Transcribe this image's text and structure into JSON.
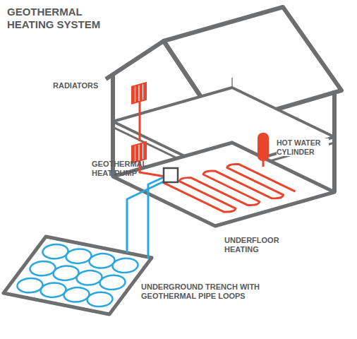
{
  "diagram": {
    "title": "GEOTHERMAL HEATING SYSTEM",
    "labels": [
      "RADIATORS",
      "HOT WATER CYLINDER",
      "GEOTHERMAL HEAT PUMP",
      "UNDERFLOOR HEATING",
      "UNDERGROUND TRENCH WITH GEOTHERMAL PIPE LOOPS"
    ]
  }
}
